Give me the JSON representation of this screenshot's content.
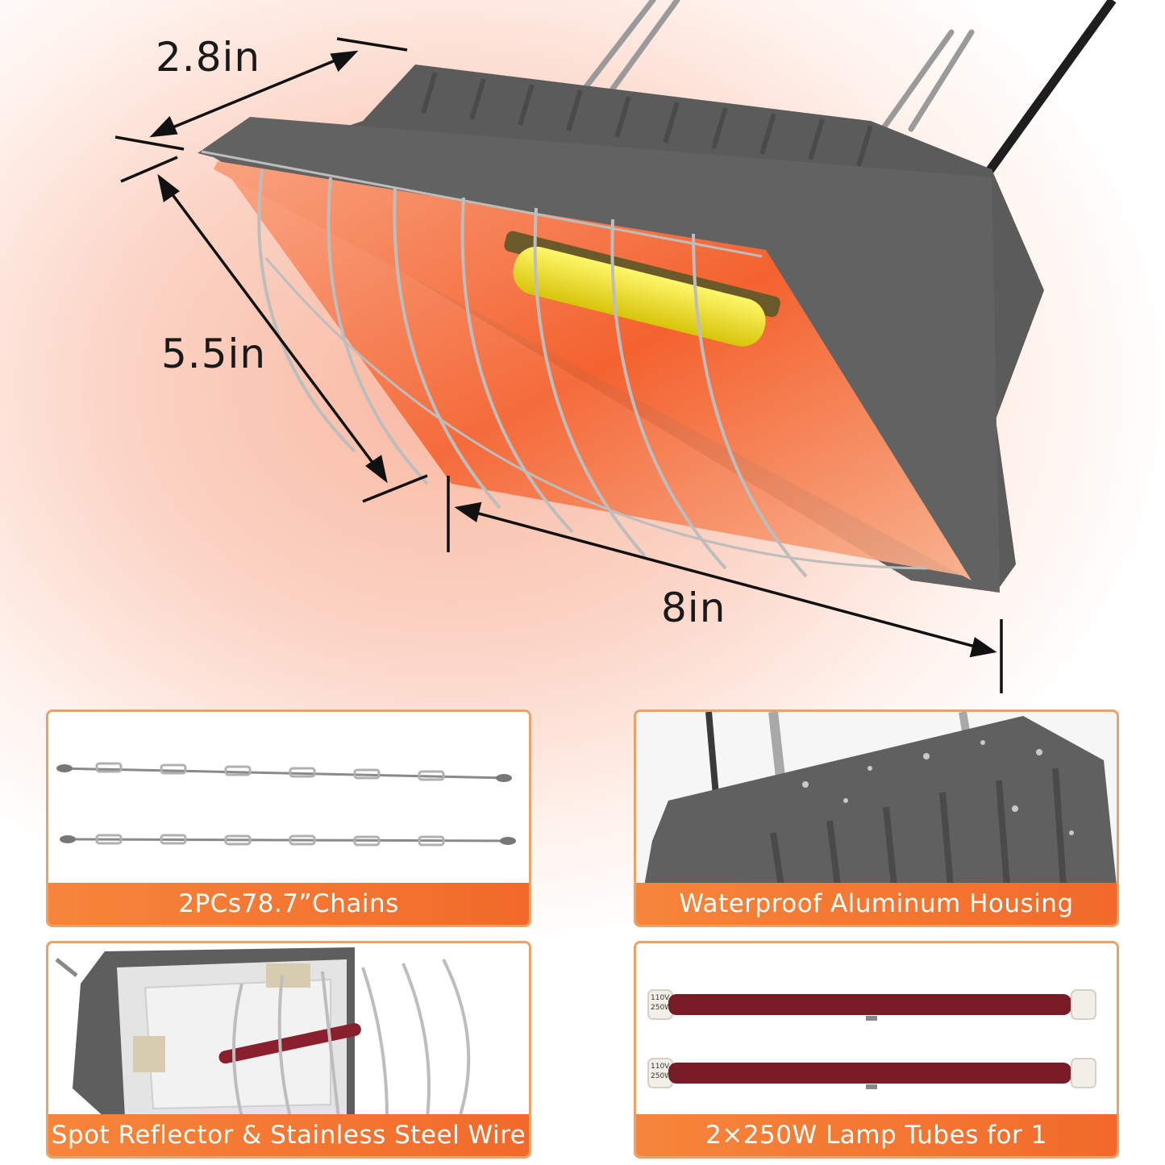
{
  "dimensions": {
    "depth": "2.8in",
    "height": "5.5in",
    "width": "8in"
  },
  "features": [
    {
      "label": "2PCs78.7”Chains"
    },
    {
      "label": "Waterproof Aluminum Housing"
    },
    {
      "label": "Spot Reflector & Stainless Steel Wire"
    },
    {
      "label": "2×250W Lamp Tubes for 1"
    }
  ],
  "tube_labels": {
    "voltage": "110V",
    "wattage": "250W"
  },
  "colors": {
    "housing": "#5b5b5b",
    "glow": "#f56f4d",
    "banner": "#f37530",
    "card_border": "#e8a36a",
    "tube": "#7a1c28"
  }
}
